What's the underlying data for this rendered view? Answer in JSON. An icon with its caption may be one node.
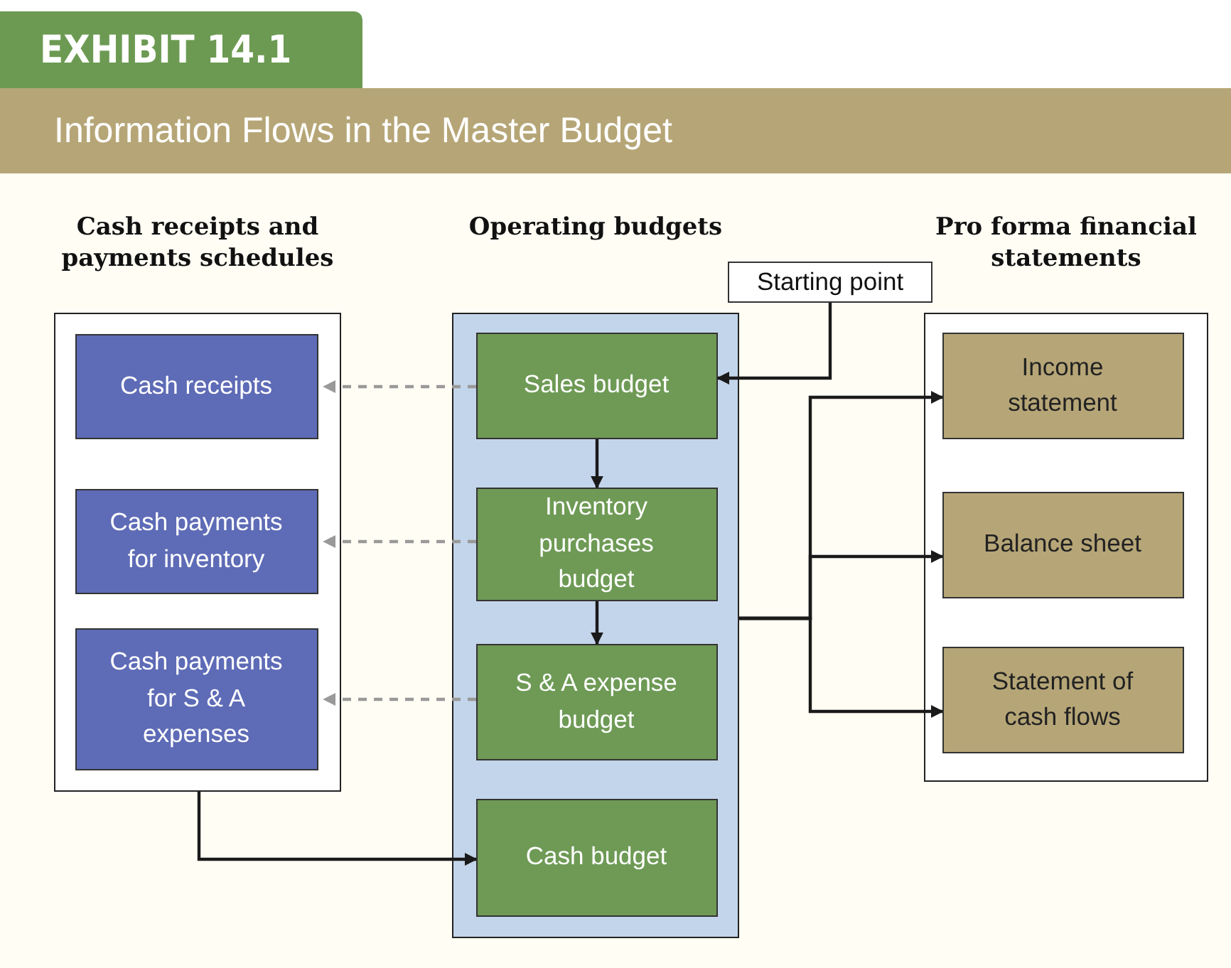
{
  "diagram": {
    "title": "Information Flows in the Master Budget",
    "nodes": [
      {
        "text": [
          "Cash receipts and payments schedules"
        ]
      },
      {
        "text": [
          "Cash receipts"
        ],
        "in": 0
      },
      {
        "text": [
          "Cash payments for inventory"
        ],
        "in": 0
      },
      {
        "text": [
          "Cash payments for S & A expenses"
        ],
        "in": 0
      },
      {
        "text": [
          "Operating budgets"
        ]
      },
      {
        "text": [
          "Sales budget"
        ],
        "in": 4
      },
      {
        "text": [
          "Inventory purchases budget"
        ],
        "in": 4
      },
      {
        "text": [
          "S & A expense budget"
        ],
        "in": 4
      },
      {
        "text": [
          "Cash budget"
        ],
        "in": 4
      },
      {
        "text": [
          "Starting point"
        ]
      },
      {
        "text": [
          "Pro forma financial statements"
        ]
      },
      {
        "text": [
          "Income statement"
        ],
        "in": 10
      },
      {
        "text": [
          "Balance sheet"
        ],
        "in": 10
      },
      {
        "text": [
          "Statement of cash flows"
        ],
        "in": 10
      }
    ],
    "edges": [
      {
        "from": 5,
        "to": 1,
        "arrow": "to",
        "style": "dashed",
        "color": "#999999"
      },
      {
        "from": 6,
        "to": 2,
        "arrow": "to",
        "style": "dashed",
        "color": "#999999"
      },
      {
        "from": 7,
        "to": 3,
        "arrow": "to",
        "style": "dashed",
        "color": "#999999"
      },
      {
        "from": 5,
        "to": 6,
        "arrow": "to"
      },
      {
        "from": 6,
        "to": 7,
        "arrow": "to"
      },
      {
        "from": 0,
        "to": 8,
        "arrow": "to"
      },
      {
        "from": 9,
        "to": 5,
        "arrow": "to"
      },
      {
        "from": 4,
        "to": 11,
        "arrow": "to"
      },
      {
        "from": 4,
        "to": 12,
        "arrow": "to"
      },
      {
        "from": 4,
        "to": 13,
        "arrow": "to"
      }
    ],
    "labels": [
      "EXHIBIT 14.1"
    ]
  }
}
